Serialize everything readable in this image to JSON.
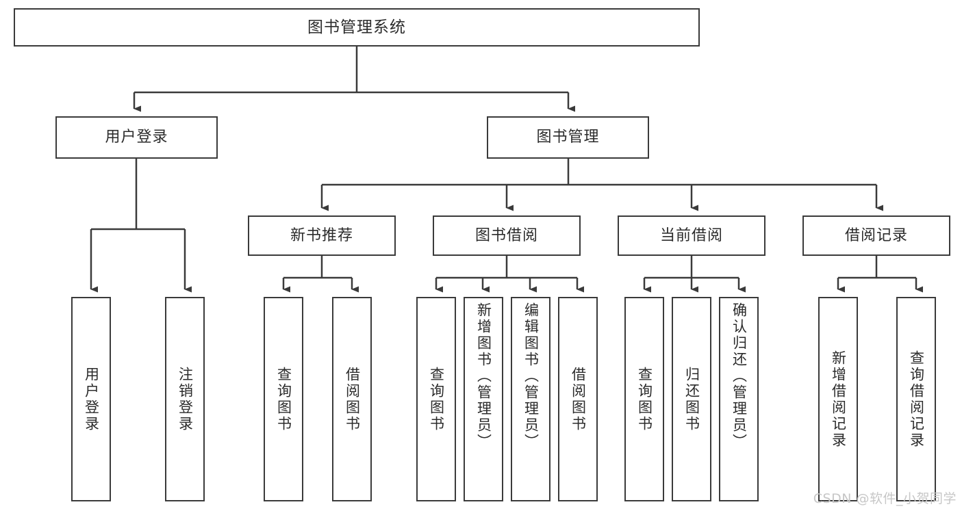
{
  "diagram": {
    "type": "tree",
    "title": "图书管理系统",
    "root": {
      "label": "图书管理系统"
    },
    "level2": [
      {
        "label": "用户登录"
      },
      {
        "label": "图书管理"
      }
    ],
    "level3": [
      {
        "label": "新书推荐"
      },
      {
        "label": "图书借阅"
      },
      {
        "label": "当前借阅"
      },
      {
        "label": "借阅记录"
      }
    ],
    "leaves": {
      "user_login": [
        {
          "label": "用户登录"
        },
        {
          "label": "注销登录"
        }
      ],
      "new_book_recommend": [
        {
          "label": "查询图书"
        },
        {
          "label": "借阅图书"
        }
      ],
      "book_borrow": [
        {
          "label": "查询图书"
        },
        {
          "label": "新增图书（管理员）"
        },
        {
          "label": "编辑图书（管理员）"
        },
        {
          "label": "借阅图书"
        }
      ],
      "current_borrow": [
        {
          "label": "查询图书"
        },
        {
          "label": "归还图书"
        },
        {
          "label": "确认归还（管理员）"
        }
      ],
      "borrow_record": [
        {
          "label": "新增借阅记录"
        },
        {
          "label": "查询借阅记录"
        }
      ]
    }
  },
  "watermark": {
    "text": "CSDN @软件_小贺同学"
  },
  "colors": {
    "border": "#3a3a3a",
    "text": "#2b2b2b",
    "background": "#ffffff",
    "watermark": "#c7c7c7"
  }
}
